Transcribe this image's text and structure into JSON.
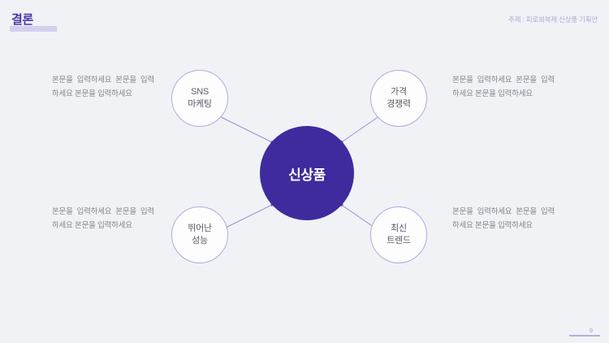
{
  "slide": {
    "title": "결론",
    "subject": "주제 : 피로회복제 신상품 기획안",
    "page_number": "9",
    "colors": {
      "background": "#f1f2f6",
      "title_purple": "#4b36a8",
      "center_node_fill": "#3f2b9e",
      "node_border": "#b3a9dd",
      "connector": "#8d80c6",
      "body_text": "#84848e",
      "subject_text": "#b0abd4",
      "title_highlight": "#cfc9ec"
    }
  },
  "diagram": {
    "type": "hub-and-spoke",
    "center": {
      "label": "신상품"
    },
    "nodes": [
      {
        "position": "top-left",
        "line1": "SNS",
        "line2": "마케팅",
        "body": "본문을 입력하세요 본문을 입력하세요 본문을 입력하세요"
      },
      {
        "position": "top-right",
        "line1": "가격",
        "line2": "경쟁력",
        "body": "본문을 입력하세요 본문을 입력하세요 본문을 입력하세요"
      },
      {
        "position": "bottom-left",
        "line1": "뛰어난",
        "line2": "성능",
        "body": "본문을 입력하세요 본문을 입력하세요 본문을 입력하세요"
      },
      {
        "position": "bottom-right",
        "line1": "최신",
        "line2": "트렌드",
        "body": "본문을 입력하세요 본문을 입력하세요 본문을 입력하세요"
      }
    ]
  }
}
